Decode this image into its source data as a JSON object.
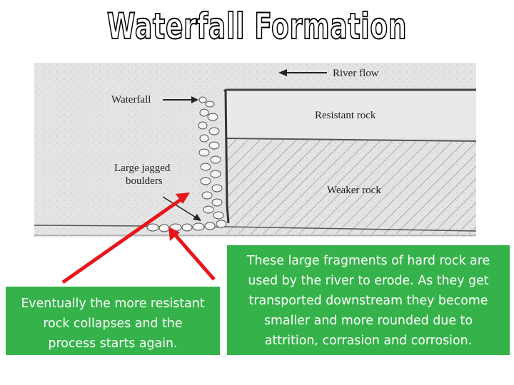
{
  "title": "Waterfall Formation",
  "diagram": {
    "river_flow_label": "River flow",
    "waterfall_label": "Waterfall",
    "boulders_label_line1": "Large jagged",
    "boulders_label_line2": "boulders",
    "resistant_label": "Resistant rock",
    "weaker_label": "Weaker rock"
  },
  "callouts": {
    "left_lines": [
      "Eventually the more resistant",
      "rock collapses and the",
      "process starts again."
    ],
    "right_lines": [
      "These large fragments of hard rock are",
      "used by the river to erode. As they get",
      "transported downstream they become",
      "smaller and more rounded due to",
      "attrition, corrasion and corrosion."
    ]
  },
  "colors": {
    "callout_background": "#35b34a",
    "pointer_arrow": "#e8151b"
  }
}
